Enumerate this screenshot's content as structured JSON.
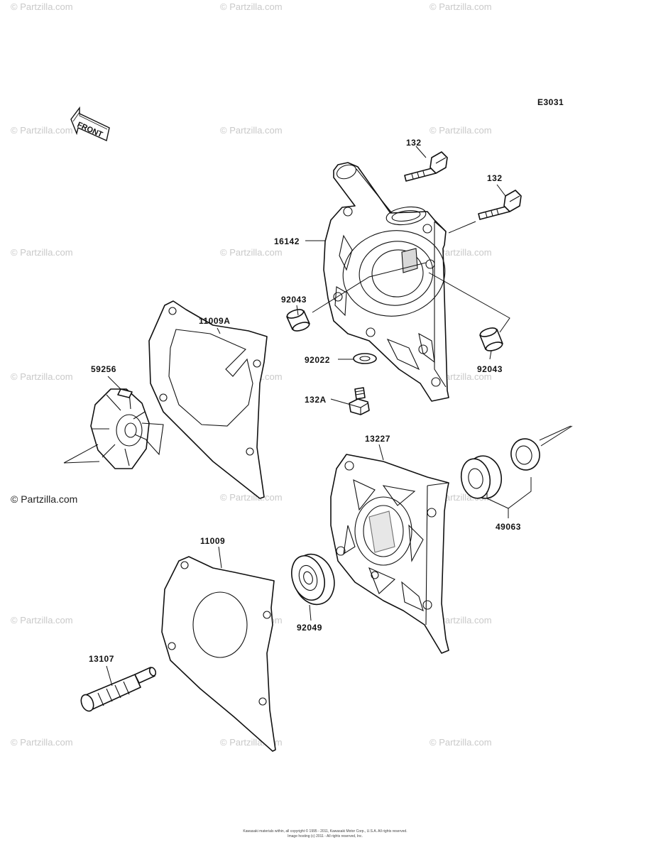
{
  "diagram_code": "E3031",
  "front_label": "FRONT",
  "watermark_text": "© Partzilla.com",
  "brand_watermark": "© Partzilla.com",
  "copyright": {
    "line1": "Kawasaki materials within, all copyright © 1995 - 2011, Kawasaki Motor Corp., U.S.A. All rights reserved.",
    "line2": "Image hosting (c) 2011 - All rights reserved, Inc."
  },
  "callouts": {
    "c132_top": "132",
    "c132_right": "132",
    "c16142": "16142",
    "c92043_left": "92043",
    "c92043_right": "92043",
    "c11009A": "11009A",
    "c92022": "92022",
    "c132A": "132A",
    "c59256": "59256",
    "c13227": "13227",
    "c49063": "49063",
    "c11009": "11009",
    "c92049": "92049",
    "c13107": "13107"
  },
  "colors": {
    "line": "#111111",
    "watermark": "#c9c9c9",
    "shade": "#d8d8d8"
  }
}
